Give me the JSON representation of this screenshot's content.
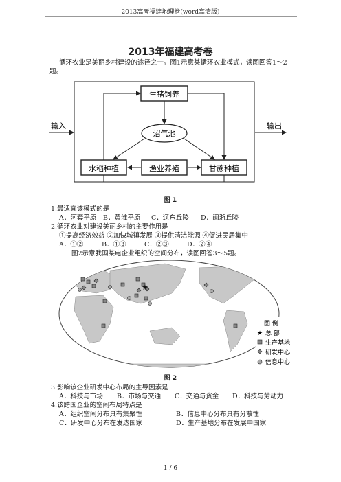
{
  "header": {
    "text": "2013高考福建地理卷(word高清版)"
  },
  "title": "2013年福建高考卷",
  "intro1": "循环农业是美丽乡村建设的途径之一。图1示意某循环农业模式，读图回答1～2题。",
  "figure1": {
    "pig": "生猪饲养",
    "biogas": "沼气池",
    "rice": "水稻种植",
    "fish": "渔业养殖",
    "cane": "甘蔗种植",
    "input": "输入",
    "output": "输出",
    "caption": "图 1"
  },
  "q1": {
    "stem": "1.最适宜该模式的是",
    "a": "A．河套平原",
    "b": "B．黄淮平原",
    "c": "C．辽东丘陵",
    "d": "D．闽浙丘陵"
  },
  "q2": {
    "stem": "2.循环农业对建设美丽乡村的主要作用是",
    "items": "①提高经济效益    ②加快城镇发展    ③提供清洁能源    ④促进民居集中",
    "a": "A．①②",
    "b": "B．①③",
    "c": "C．②③",
    "d": "D．②④"
  },
  "intro2": "图2示意我国某电企业组织的空间分布，读图回答3～5题。",
  "figure2": {
    "legend_title": "图  例",
    "hq": "总  部",
    "production": "生产基地",
    "rnd": "研发中心",
    "info": "信息中心",
    "caption": "图 2"
  },
  "q3": {
    "stem": "3.影响该企业研发中心布局的主导因素是",
    "a": "A．科技与市场",
    "b": "B．市场与交通",
    "c": "C．交通与资金",
    "d": "D．科技与劳动力"
  },
  "q4": {
    "stem": "4.该跨国企业的空间布局特点是",
    "a": "A．组织空间分布具有集聚性",
    "b": "B．信息中心分布具有分散性",
    "c": "C．研发中心分布在发达国家",
    "d": "D．生产基地分布在发展中国家"
  },
  "footer": {
    "text": "1  /  6"
  }
}
